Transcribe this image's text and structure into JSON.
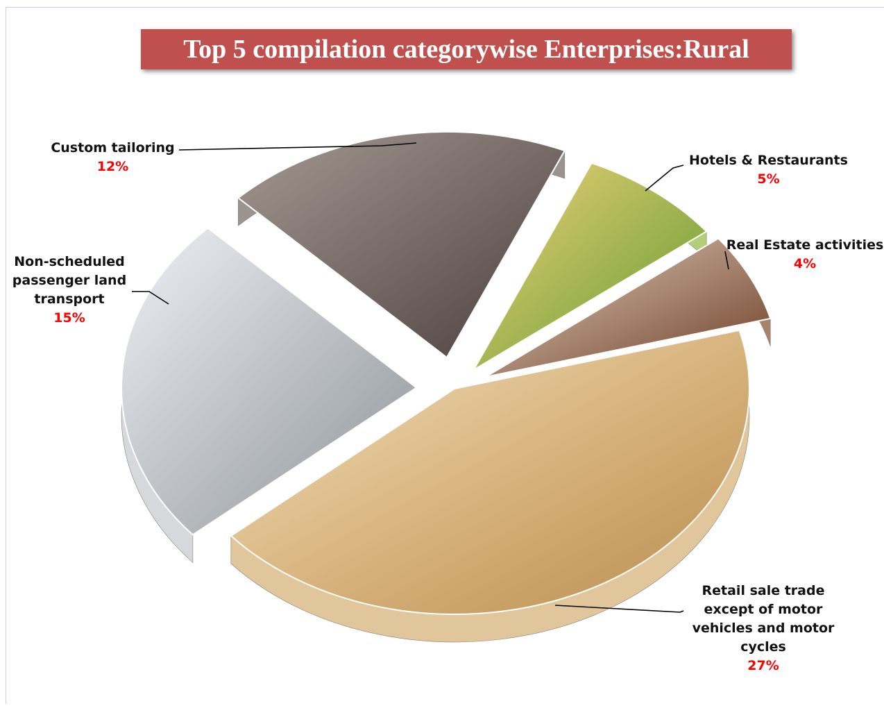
{
  "chart_data": {
    "type": "pie",
    "title": "Top 5 compilation categorywise Enterprises:Rural",
    "slices": [
      {
        "label": "Retail sale trade except of motor vehicles and motor cycles",
        "value": 27,
        "display": "27%",
        "color": "#d8b27a"
      },
      {
        "label": "Non-scheduled passenger land transport",
        "value": 15,
        "display": "15%",
        "color": "#c9ccd0"
      },
      {
        "label": "Custom tailoring",
        "value": 12,
        "display": "12%",
        "color": "#7a6f6c"
      },
      {
        "label": "Hotels & Restaurants",
        "value": 5,
        "display": "5%",
        "color": "#9bbd4a"
      },
      {
        "label": "Real Estate activities",
        "value": 4,
        "display": "4%",
        "color": "#8a5a3c"
      }
    ]
  },
  "labels": {
    "tailoring": {
      "name": "Custom tailoring",
      "pct": "12%"
    },
    "hotels": {
      "name": "Hotels & Restaurants",
      "pct": "5%"
    },
    "realestate": {
      "name": "Real Estate activities",
      "pct": "4%"
    },
    "transport": {
      "line1": "Non-scheduled",
      "line2": "passenger land",
      "line3": "transport",
      "pct": "15%"
    },
    "retail": {
      "line1": "Retail sale trade",
      "line2": "except of motor",
      "line3": "vehicles and motor",
      "line4": "cycles",
      "pct": "27%"
    }
  },
  "colors": {
    "title_bg": "#c0504d",
    "percent_text": "#ff0000"
  }
}
